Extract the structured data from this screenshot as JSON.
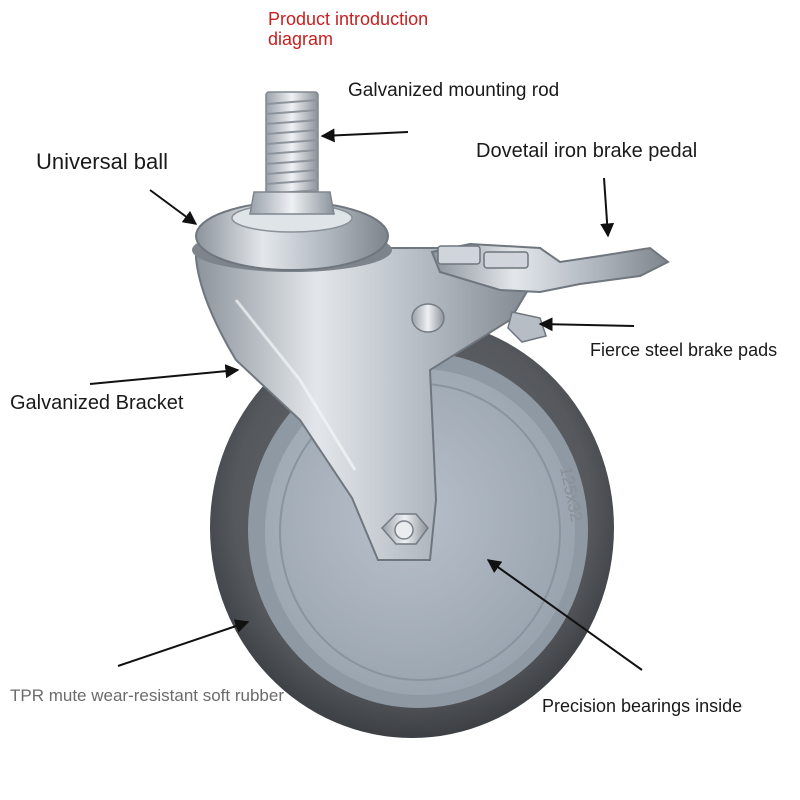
{
  "diagram": {
    "title": "Product introduction diagram",
    "labels": {
      "mounting_rod": "Galvanized mounting rod",
      "universal_ball": "Universal ball",
      "brake_pedal": "Dovetail iron brake pedal",
      "brake_pads": "Fierce steel brake pads",
      "bracket": "Galvanized Bracket",
      "rubber": "TPR mute wear-resistant soft rubber",
      "bearings": "Precision bearings inside"
    },
    "wheel_marking": "125x32",
    "colors": {
      "title": "#c8201f",
      "text": "#1a1a1a",
      "tire": "#55585c",
      "hub": "#a9b2bc",
      "steel": "#c5cbd1"
    }
  }
}
